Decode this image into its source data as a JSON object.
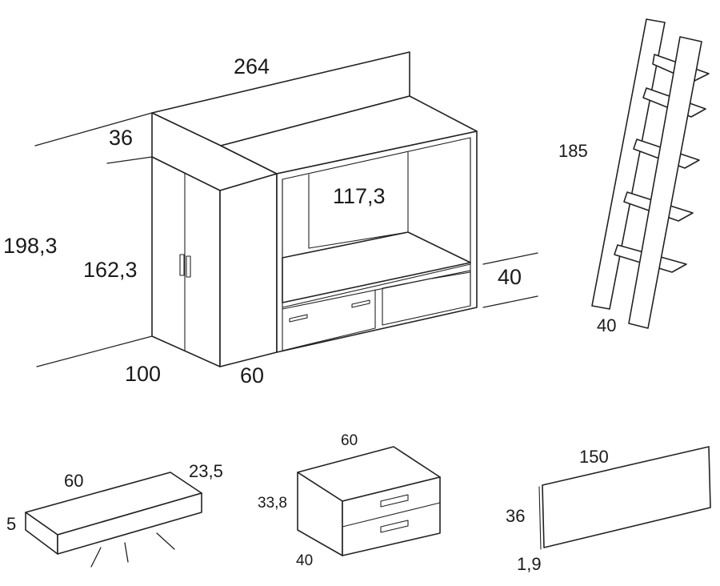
{
  "colors": {
    "line": "#222222",
    "background": "#ffffff",
    "text": "#1a1a1a"
  },
  "main_unit": {
    "width": "264",
    "top_depth": "36",
    "total_height": "198,3",
    "wardrobe_height": "162,3",
    "bed_clearance": "117,3",
    "drawer_height": "40",
    "wardrobe_depth": "100",
    "bed_depth": "60"
  },
  "ladder": {
    "height": "185",
    "width": "40"
  },
  "shelf": {
    "width": "60",
    "depth": "23,5",
    "thickness": "5"
  },
  "nightstand": {
    "width": "60",
    "height": "33,8",
    "depth": "40"
  },
  "headboard": {
    "width": "150",
    "height": "36",
    "thickness": "1,9"
  }
}
